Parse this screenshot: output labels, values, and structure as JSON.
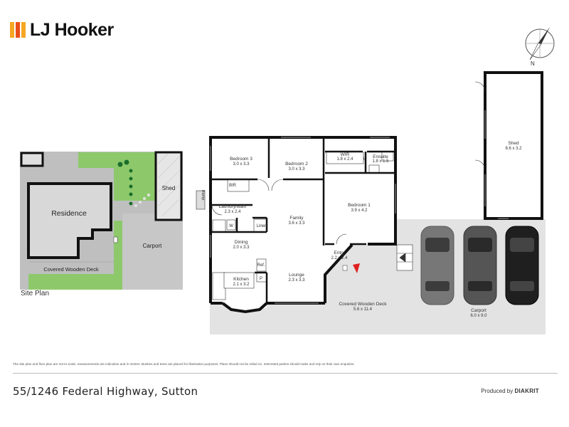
{
  "brand": {
    "name": "LJ Hooker",
    "logo_colors": [
      "#f5a623",
      "#e94e1b",
      "#f5a623"
    ]
  },
  "compass": {
    "label": "N"
  },
  "site_plan": {
    "caption": "Site Plan",
    "labels": {
      "residence": "Residence",
      "shed": "Shed",
      "carport": "Carport",
      "deck": "Covered Wooden Deck"
    }
  },
  "floor_plan": {
    "rooms": [
      {
        "id": "bed3",
        "name": "Bedroom 3",
        "dims": "3.0 x 3.3"
      },
      {
        "id": "bed2",
        "name": "Bedroom 2",
        "dims": "3.0 x 3.3"
      },
      {
        "id": "wir",
        "name": "WIR",
        "dims": "1.8 x 2.4"
      },
      {
        "id": "ensuite",
        "name": "Ensuite",
        "dims": "1.8 x 1.5"
      },
      {
        "id": "bed1",
        "name": "Bedroom 1",
        "dims": "3.9 x 4.2"
      },
      {
        "id": "laundry",
        "name": "Laundry/Bath",
        "dims": "2.3 x 2.4"
      },
      {
        "id": "family",
        "name": "Family",
        "dims": "3.6 x 3.3"
      },
      {
        "id": "dining",
        "name": "Dining",
        "dims": "2.0 x 3.3"
      },
      {
        "id": "entry",
        "name": "Entry",
        "dims": "2.2 x 2.4"
      },
      {
        "id": "kitchen",
        "name": "Kitchen",
        "dims": "2.1 x 3.2"
      },
      {
        "id": "lounge",
        "name": "Lounge",
        "dims": "2.3 x 3.3"
      },
      {
        "id": "deck",
        "name": "Covered Wooden Deck",
        "dims": "5.6 x 11.4"
      },
      {
        "id": "carport",
        "name": "Carport",
        "dims": "6.0 x 9.0"
      },
      {
        "id": "shed",
        "name": "Shed",
        "dims": "8.6 x 3.2"
      }
    ],
    "small_labels": {
      "bir": "BIR",
      "ramp": "Ramp",
      "linen": "Linen",
      "ref": "Ref.",
      "pantry": "P",
      "washer": "W"
    }
  },
  "disclaimer": "The site plan and floor plan are not to scale, measurements are indicative and in metres. Bushes and trees are placed for illustration purposes. Plans should not be relied on. Interested parties should make and rely on their own enquiries.",
  "address": "55/1246 Federal Highway, Sutton",
  "producer": {
    "prefix": "Produced by",
    "name": "DIAKRIT"
  }
}
